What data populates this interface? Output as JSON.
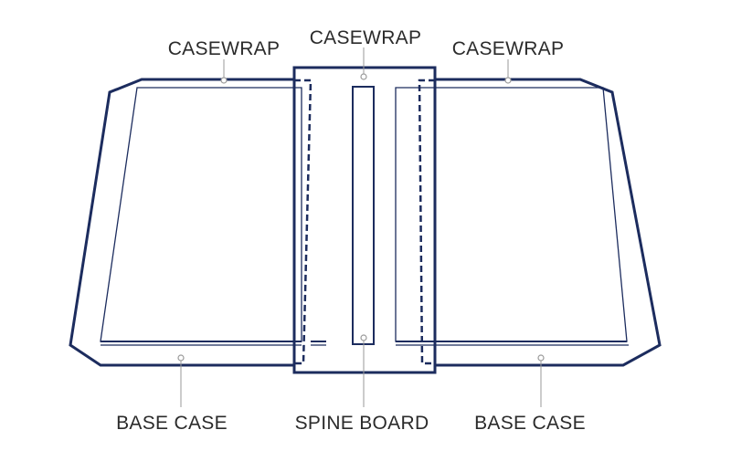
{
  "labels": {
    "casewrap_left": "CASEWRAP",
    "casewrap_center": "CASEWRAP",
    "casewrap_right": "CASEWRAP",
    "base_case_left": "BASE CASE",
    "spine_board": "SPINE BOARD",
    "base_case_right": "BASE CASE"
  },
  "colors": {
    "outline": "#1c2c5e",
    "leader": "#9a9a9a",
    "text": "#2b2b2b"
  }
}
